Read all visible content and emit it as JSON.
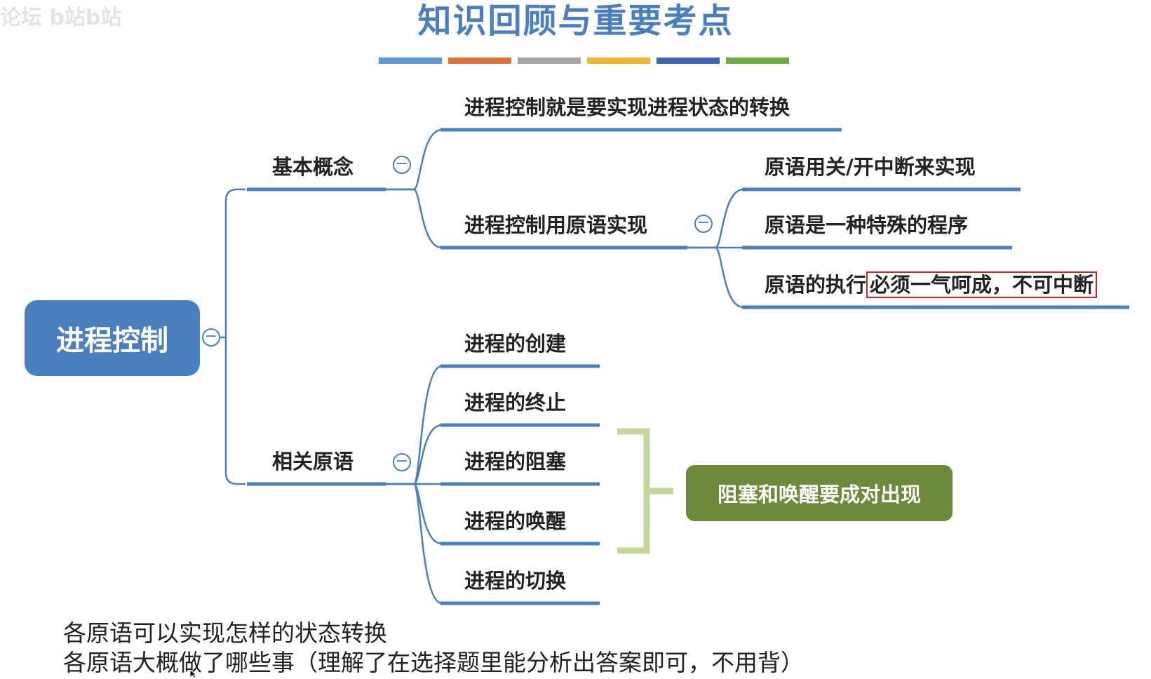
{
  "watermark": "论坛 b站b站",
  "title": "知识回顾与重要考点",
  "color_bar": [
    "#5b9bd5",
    "#e0713a",
    "#a5a5a5",
    "#f2b731",
    "#3e65b4",
    "#6cab45"
  ],
  "root": "进程控制",
  "branches": {
    "basic_concepts": {
      "label": "基本概念",
      "children": {
        "definition": "进程控制就是要实现进程状态的转换",
        "primitive_impl": {
          "label": "进程控制用原语实现",
          "children": [
            "原语用关/开中断来实现",
            "原语是一种特殊的程序"
          ],
          "last_child_prefix": "原语的执行",
          "last_child_highlight": "必须一气呵成，不可中断"
        }
      }
    },
    "related_primitives": {
      "label": "相关原语",
      "children": [
        "进程的创建",
        "进程的终止",
        "进程的阻塞",
        "进程的唤醒",
        "进程的切换"
      ]
    }
  },
  "summary": "阻塞和唤醒要成对出现",
  "collapse_symbol": "−",
  "notes": [
    "各原语可以实现怎样的状态转换",
    "各原语大概做了哪些事（理解了在选择题里能分析出答案即可，不用背）"
  ]
}
